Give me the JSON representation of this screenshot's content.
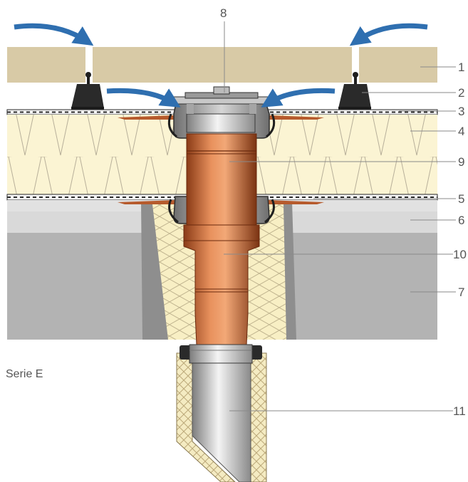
{
  "caption": "Serie E",
  "callouts": [
    {
      "id": "1",
      "label": "1"
    },
    {
      "id": "2",
      "label": "2"
    },
    {
      "id": "3",
      "label": "3"
    },
    {
      "id": "4",
      "label": "4"
    },
    {
      "id": "5",
      "label": "5"
    },
    {
      "id": "6",
      "label": "6"
    },
    {
      "id": "7",
      "label": "7"
    },
    {
      "id": "8",
      "label": "8"
    },
    {
      "id": "9",
      "label": "9"
    },
    {
      "id": "10",
      "label": "10"
    },
    {
      "id": "11",
      "label": "11"
    }
  ],
  "colors": {
    "gravel_paver": "#d8caa6",
    "insulation": "#fbf4d3",
    "slab_upper": "#dcdcdc",
    "slab_lower": "#b3b3b3",
    "recess": "#8e8e8e",
    "copper": "#cf6a36",
    "flow_arrow": "#2f6fb0",
    "membrane": "#2a2a2a"
  }
}
